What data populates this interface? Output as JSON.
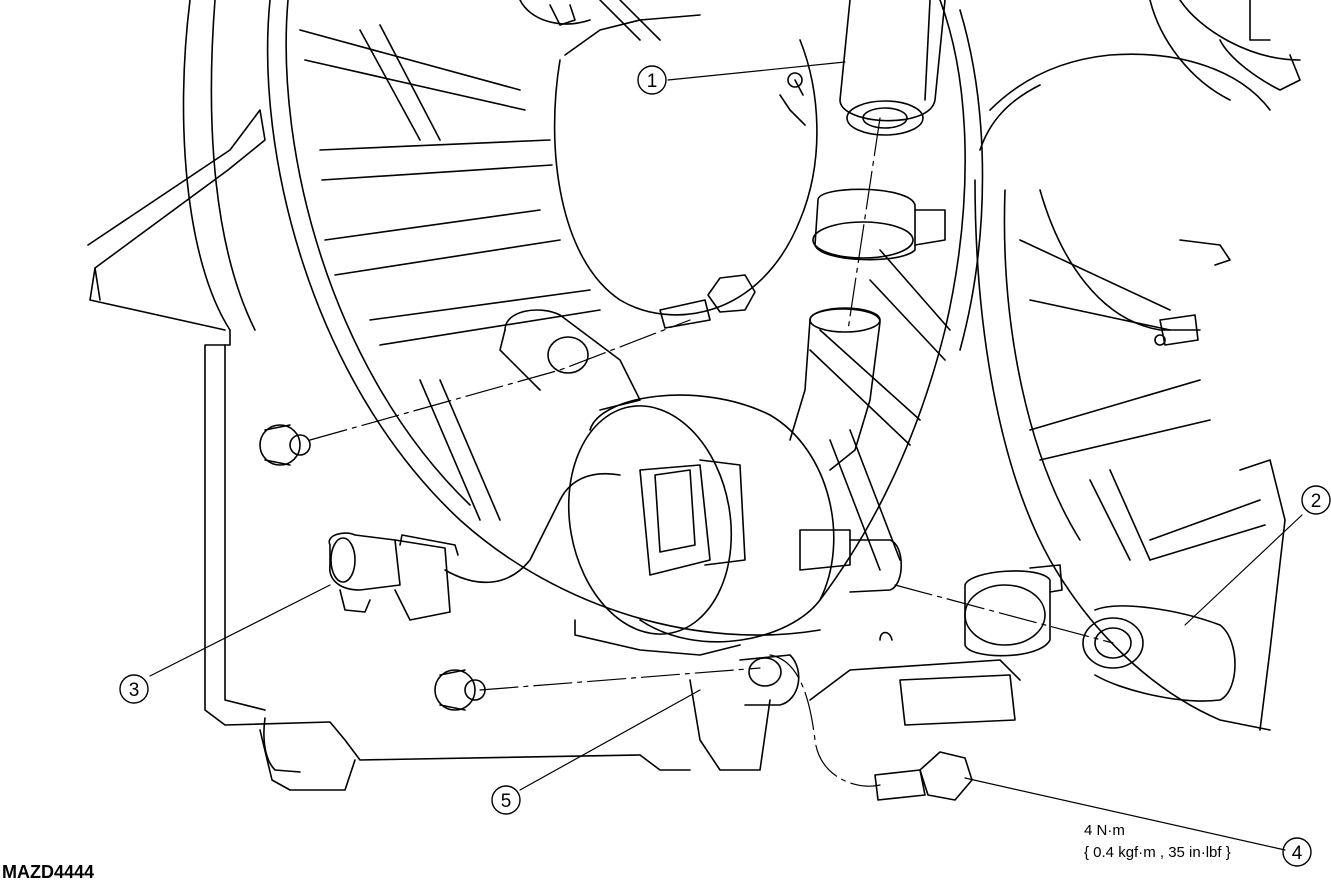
{
  "callouts": [
    {
      "id": "1",
      "label": "1"
    },
    {
      "id": "2",
      "label": "2"
    },
    {
      "id": "3",
      "label": "3"
    },
    {
      "id": "4",
      "label": "4"
    },
    {
      "id": "5",
      "label": "5"
    }
  ],
  "torque": {
    "line1": "4 N·m",
    "line2": "{ 0.4 kgf·m , 35 in·lbf }"
  },
  "figure_code": "MAZD4444"
}
